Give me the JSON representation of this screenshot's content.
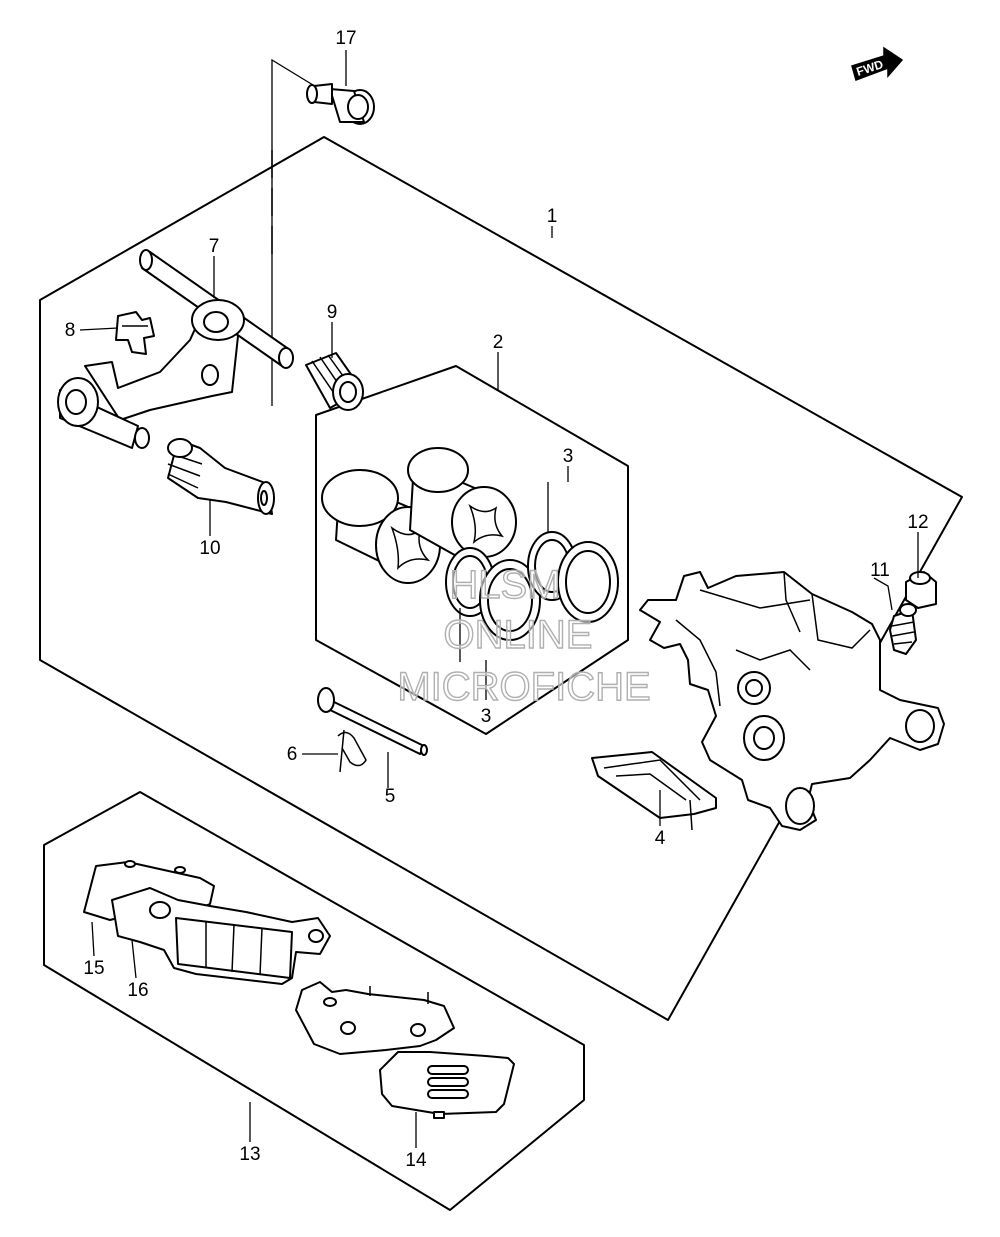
{
  "fwd_label": "FWD",
  "callouts": {
    "c1": "1",
    "c2": "2",
    "c3a": "3",
    "c3b": "3",
    "c4": "4",
    "c5": "5",
    "c6": "6",
    "c7": "7",
    "c8": "8",
    "c9": "9",
    "c10": "10",
    "c11": "11",
    "c12": "12",
    "c13": "13",
    "c14": "14",
    "c15": "15",
    "c16": "16",
    "c17": "17"
  },
  "watermark": {
    "line1": "HLSM",
    "line2": "ONLINE",
    "line3": "MICROFICHE"
  }
}
